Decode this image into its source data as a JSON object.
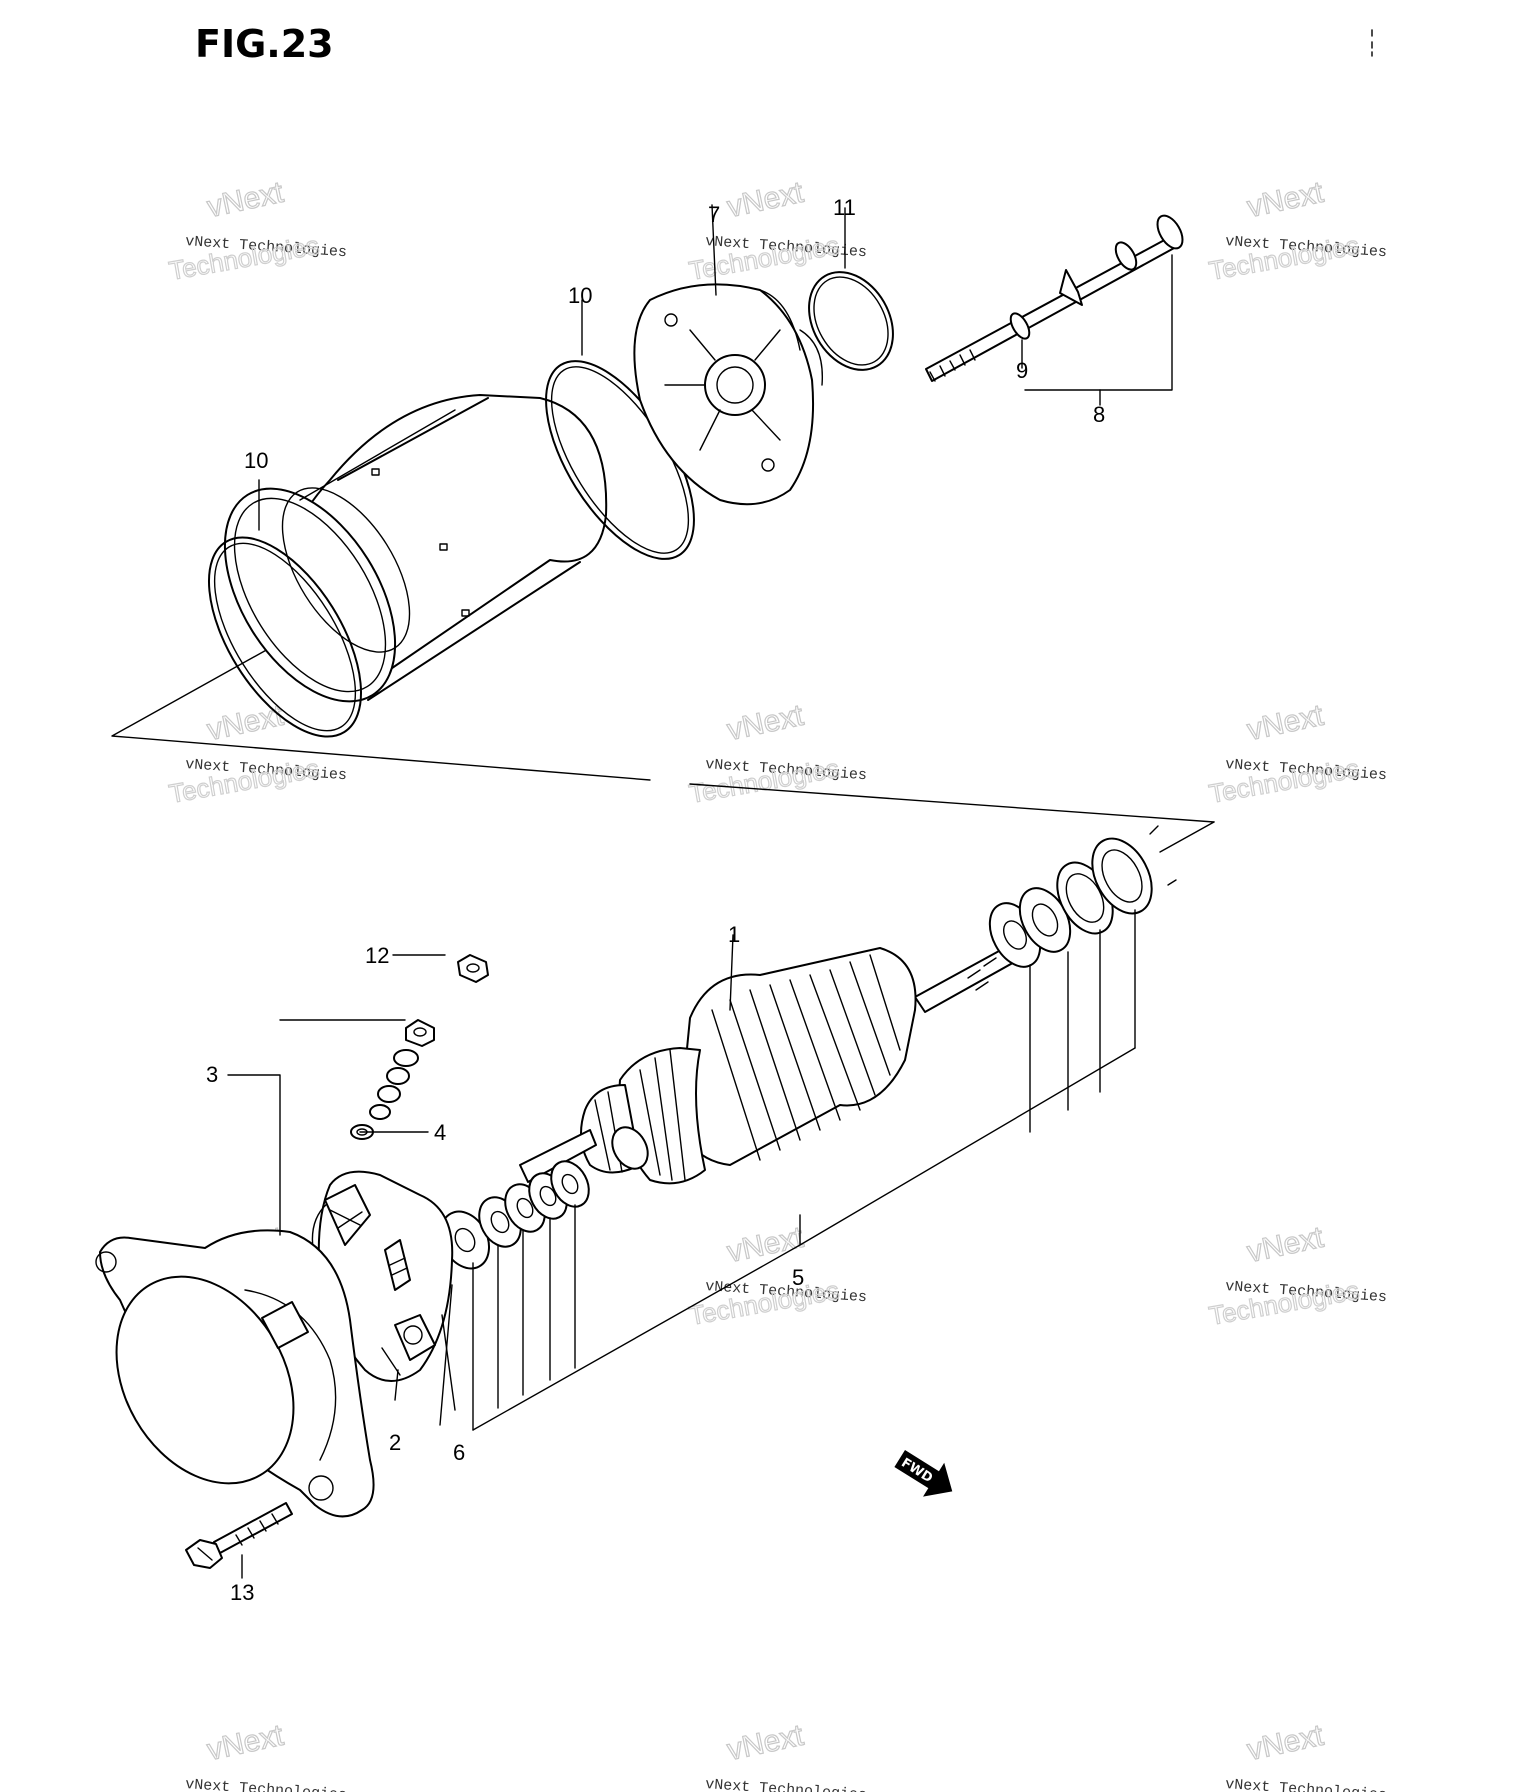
{
  "figure": {
    "title": "FIG.23"
  },
  "callouts": [
    {
      "id": "1",
      "label": "1"
    },
    {
      "id": "2",
      "label": "2"
    },
    {
      "id": "3",
      "label": "3"
    },
    {
      "id": "4",
      "label": "4"
    },
    {
      "id": "5",
      "label": "5"
    },
    {
      "id": "6",
      "label": "6"
    },
    {
      "id": "7",
      "label": "7"
    },
    {
      "id": "8",
      "label": "8"
    },
    {
      "id": "9",
      "label": "9"
    },
    {
      "id": "10a",
      "label": "10"
    },
    {
      "id": "10b",
      "label": "10"
    },
    {
      "id": "11",
      "label": "11"
    },
    {
      "id": "12",
      "label": "12"
    },
    {
      "id": "13",
      "label": "13"
    }
  ],
  "fwd_arrow": {
    "label": "FWD"
  },
  "watermark": {
    "line1": "vNext Technologies",
    "line2": "vNext",
    "line3": "Technologies"
  },
  "colors": {
    "ink": "#000000",
    "paper": "#ffffff",
    "watermark": "#c8c8c8"
  }
}
